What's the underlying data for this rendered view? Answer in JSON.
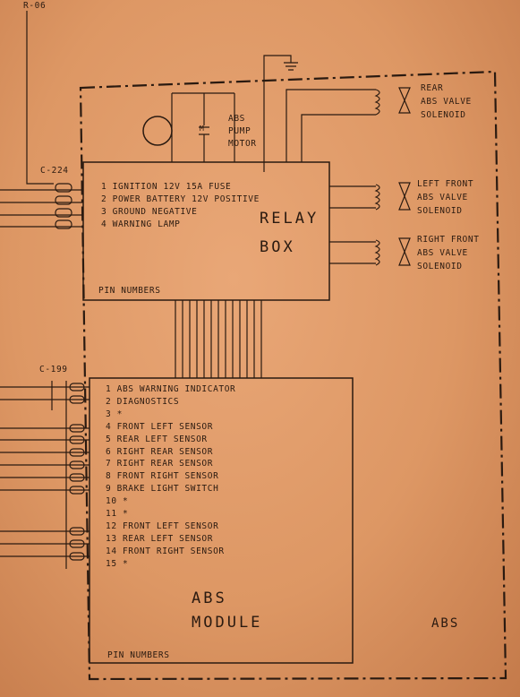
{
  "labels": {
    "top_ref": "R-06",
    "connector_relay": "C-224",
    "connector_module": "C-199",
    "abs_area": "ABS"
  },
  "pump_motor": {
    "text": [
      "ABS",
      "PUMP",
      "MOTOR"
    ],
    "symbol": "M"
  },
  "solenoids": [
    {
      "lines": [
        "REAR",
        "ABS VALVE",
        "SOLENOID"
      ]
    },
    {
      "lines": [
        "LEFT FRONT",
        "ABS VALVE",
        "SOLENOID"
      ]
    },
    {
      "lines": [
        "RIGHT FRONT",
        "ABS VALVE",
        "SOLENOID"
      ]
    }
  ],
  "relay_box": {
    "title_1": "RELAY",
    "title_2": "BOX",
    "pin_caption": "PIN NUMBERS",
    "pins": [
      "1 IGNITION 12V 15A FUSE",
      "2 POWER BATTERY 12V POSITIVE",
      "3 GROUND NEGATIVE",
      "4 WARNING LAMP"
    ]
  },
  "abs_module": {
    "title_1": "ABS",
    "title_2": "MODULE",
    "pin_caption": "PIN NUMBERS",
    "pins": [
      "1 ABS WARNING INDICATOR",
      "2 DIAGNOSTICS",
      "3 *",
      "4 FRONT LEFT SENSOR",
      "5 REAR LEFT SENSOR",
      "6 RIGHT REAR SENSOR",
      "7 RIGHT REAR SENSOR",
      "8 FRONT RIGHT SENSOR",
      "9 BRAKE LIGHT SWITCH",
      "10 *",
      "11 *",
      "12 FRONT LEFT SENSOR",
      "13 REAR LEFT SENSOR",
      "14 FRONT RIGHT SENSOR",
      "15 *"
    ]
  }
}
